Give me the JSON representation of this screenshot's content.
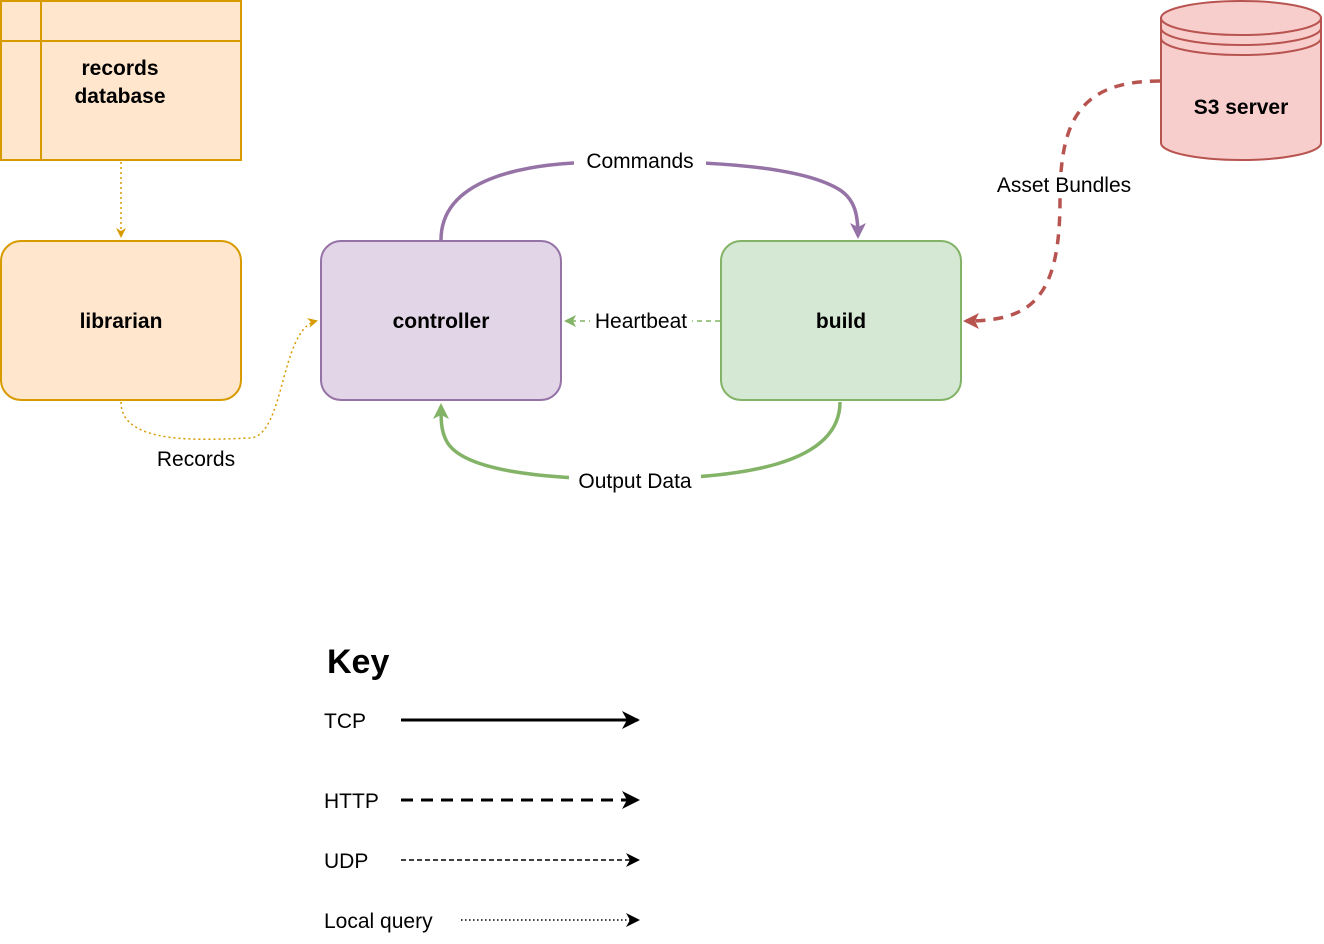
{
  "nodes": {
    "records_database": {
      "line1": "records",
      "line2": "database"
    },
    "librarian": {
      "label": "librarian"
    },
    "controller": {
      "label": "controller"
    },
    "build": {
      "label": "build"
    },
    "s3_server": {
      "label": "S3 server"
    }
  },
  "edges": {
    "commands": {
      "label": "Commands",
      "protocol": "TCP"
    },
    "heartbeat": {
      "label": "Heartbeat",
      "protocol": "UDP"
    },
    "output_data": {
      "label": "Output Data",
      "protocol": "TCP"
    },
    "asset_bundles": {
      "label": "Asset Bundles",
      "protocol": "HTTP"
    },
    "records": {
      "label": "Records",
      "protocol": "Local query"
    }
  },
  "key": {
    "title": "Key",
    "items": [
      {
        "label": "TCP"
      },
      {
        "label": "HTTP"
      },
      {
        "label": "UDP"
      },
      {
        "label": "Local query"
      }
    ]
  },
  "colors": {
    "orange_fill": "#ffe6cc",
    "orange_stroke": "#d79b00",
    "purple_fill": "#e1d5e7",
    "purple_stroke": "#9673a6",
    "green_fill": "#d5e8d4",
    "green_stroke": "#82b366",
    "red_fill": "#f8cecc",
    "red_stroke": "#b85450"
  }
}
